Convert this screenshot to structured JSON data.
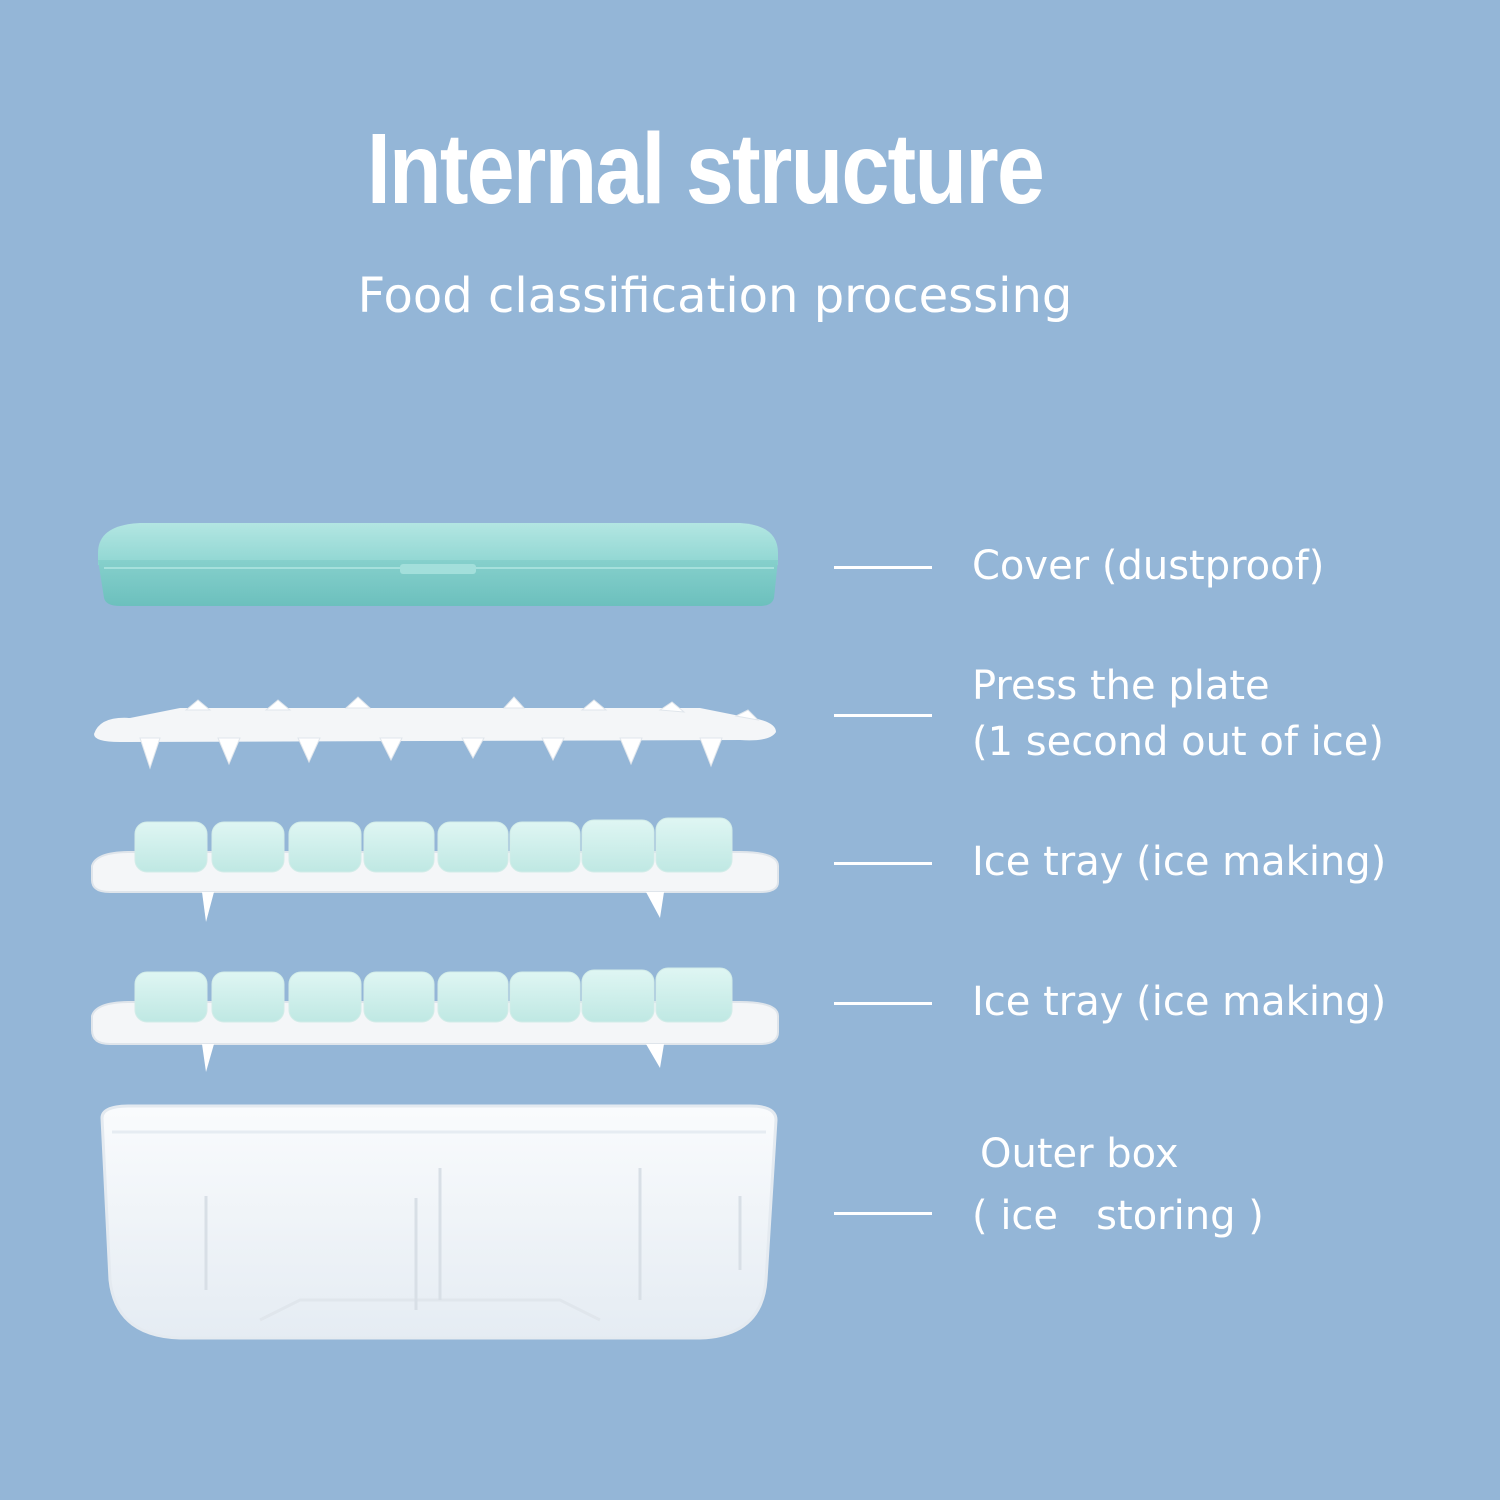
{
  "title": "Internal structure",
  "subtitle": "Food classification processing",
  "colors": {
    "background": "#94b6d7",
    "cover": "#8fd6d2",
    "tray": "#f4f6f8",
    "ice": "#cfeeea",
    "text": "#ffffff"
  },
  "parts": [
    {
      "label": "Cover (dustproof)"
    },
    {
      "label": "Press the plate",
      "detail": "(1 second out of ice)"
    },
    {
      "label": "Ice tray (ice making)"
    },
    {
      "label": "Ice tray (ice making)"
    },
    {
      "label": "Outer box",
      "detail": "( ice   storing )"
    }
  ]
}
